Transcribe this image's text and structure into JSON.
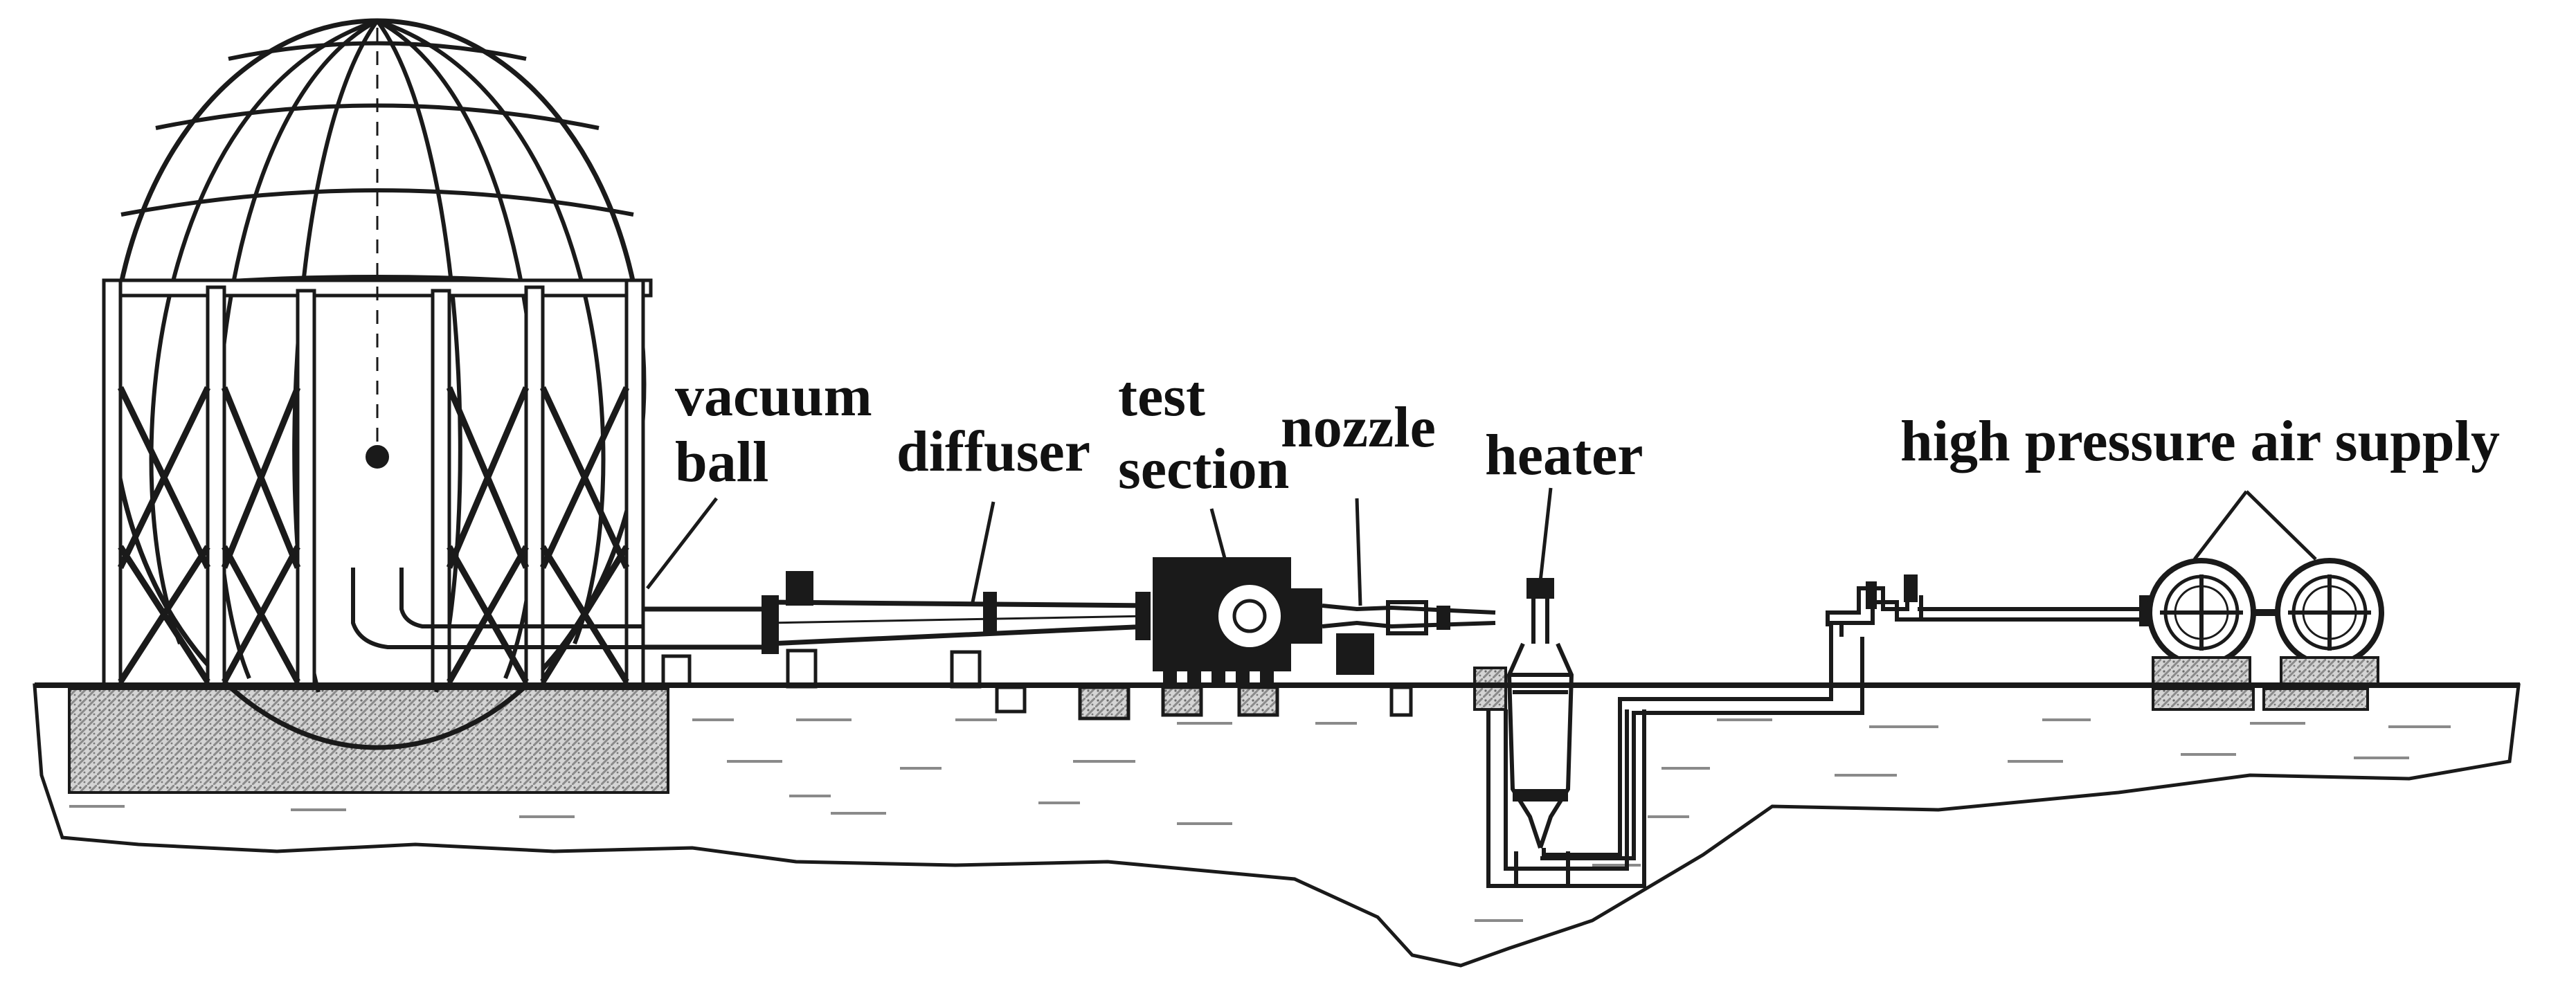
{
  "diagram": {
    "labels": {
      "vacuum_ball_1": "vacuum",
      "vacuum_ball_2": "ball",
      "diffuser": "diffuser",
      "test_section_1": "test",
      "test_section_2": "section",
      "nozzle": "nozzle",
      "heater": "heater",
      "air_supply": "high pressure air supply"
    },
    "colors": {
      "line": "#1a1a1a",
      "hatch": "#9a9a9a",
      "background": "#ffffff"
    }
  }
}
